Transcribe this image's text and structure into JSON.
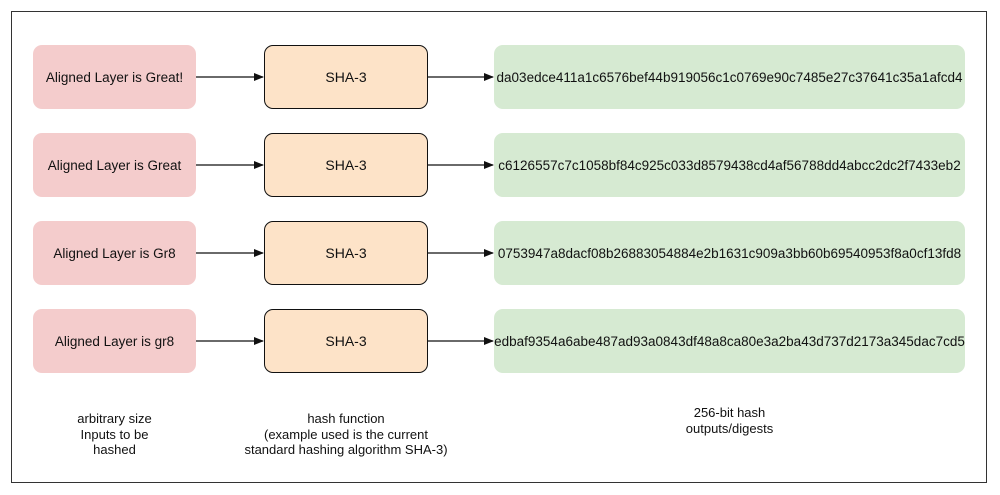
{
  "rows": [
    {
      "input": "Aligned Layer is Great!",
      "function": "SHA-3",
      "output": "da03edce411a1c6576bef44b919056c1c0769e90c7485e27c37641c35a1afcd4"
    },
    {
      "input": "Aligned Layer is Great",
      "function": "SHA-3",
      "output": "c6126557c7c1058bf84c925c033d8579438cd4af56788dd4abcc2dc2f7433eb2"
    },
    {
      "input": "Aligned Layer is Gr8",
      "function": "SHA-3",
      "output": "0753947a8dacf08b26883054884e2b1631c909a3bb60b69540953f8a0cf13fd8"
    },
    {
      "input": "Aligned Layer is gr8",
      "function": "SHA-3",
      "output": "edbaf9354a6abe487ad93a0843df48a8ca80e3a2ba43d737d2173a345dac7cd5"
    }
  ],
  "captions": {
    "inputs": [
      "arbitrary size",
      "Inputs to be",
      "hashed"
    ],
    "function": [
      "hash function",
      "(example used is the current",
      "standard hashing algorithm SHA-3)"
    ],
    "outputs": [
      "256-bit hash",
      "outputs/digests"
    ]
  },
  "colors": {
    "input_fill": "#f4cccc",
    "function_fill": "#fde3c8",
    "output_fill": "#d6ead2",
    "stroke": "#111111"
  }
}
